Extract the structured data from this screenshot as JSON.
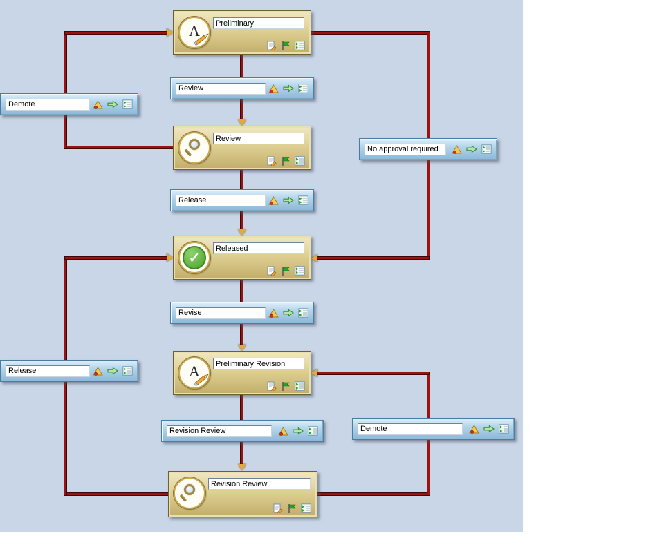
{
  "diagram": {
    "background_color": "#c9d6e8",
    "connector_color": "#9b1212",
    "arrowhead_color": "#e2a93e",
    "state_fill_color": "#ded093",
    "transition_fill_color": "#b3d4ea"
  },
  "icons": {
    "edit_letter": "A",
    "check_mark": "✓"
  },
  "states": [
    {
      "label": "Preliminary",
      "icon": "edit-icon"
    },
    {
      "label": "Review",
      "icon": "magnifier-icon"
    },
    {
      "label": "Released",
      "icon": "check-icon"
    },
    {
      "label": "Preliminary Revision",
      "icon": "edit-icon"
    },
    {
      "label": "Revision Review",
      "icon": "magnifier-icon"
    }
  ],
  "transitions": [
    {
      "label": "Review"
    },
    {
      "label": "Demote"
    },
    {
      "label": "No approval required"
    },
    {
      "label": "Release"
    },
    {
      "label": "Revise"
    },
    {
      "label": "Release"
    },
    {
      "label": "Revision Review"
    },
    {
      "label": "Demote"
    }
  ]
}
